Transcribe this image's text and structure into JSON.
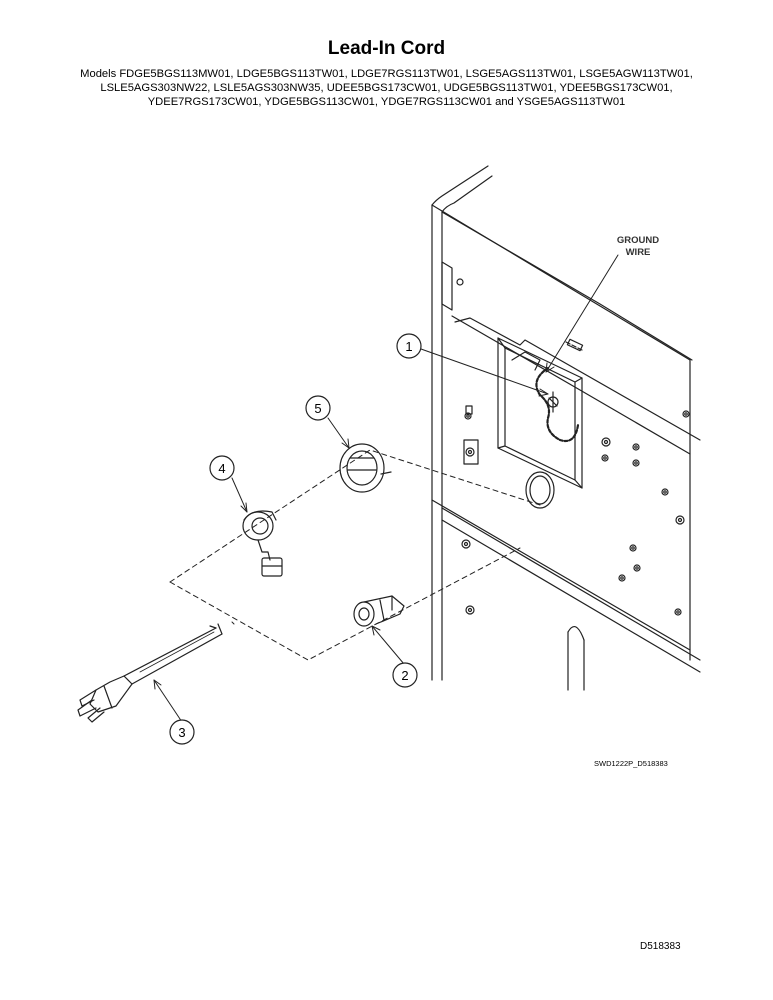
{
  "header": {
    "title": "Lead-In Cord",
    "models_text": "Models FDGE5BGS113MW01, LDGE5BGS113TW01, LDGE7RGS113TW01, LSGE5AGS113TW01, LSGE5AGW113TW01, LSLE5AGS303NW22, LSLE5AGS303NW35, UDEE5BGS173CW01, UDGE5BGS113TW01, YDEE5BGS173CW01, YDEE7RGS173CW01, YDGE5BGS113CW01, YDGE7RGS113CW01 and YSGE5AGS113TW01"
  },
  "diagram": {
    "callouts": [
      "1",
      "2",
      "3",
      "4",
      "5"
    ],
    "ground_wire_label_line1": "GROUND",
    "ground_wire_label_line2": "WIRE",
    "drawing_code": "SWD1222P_D518383"
  },
  "footer": {
    "doc_number": "D518383"
  }
}
